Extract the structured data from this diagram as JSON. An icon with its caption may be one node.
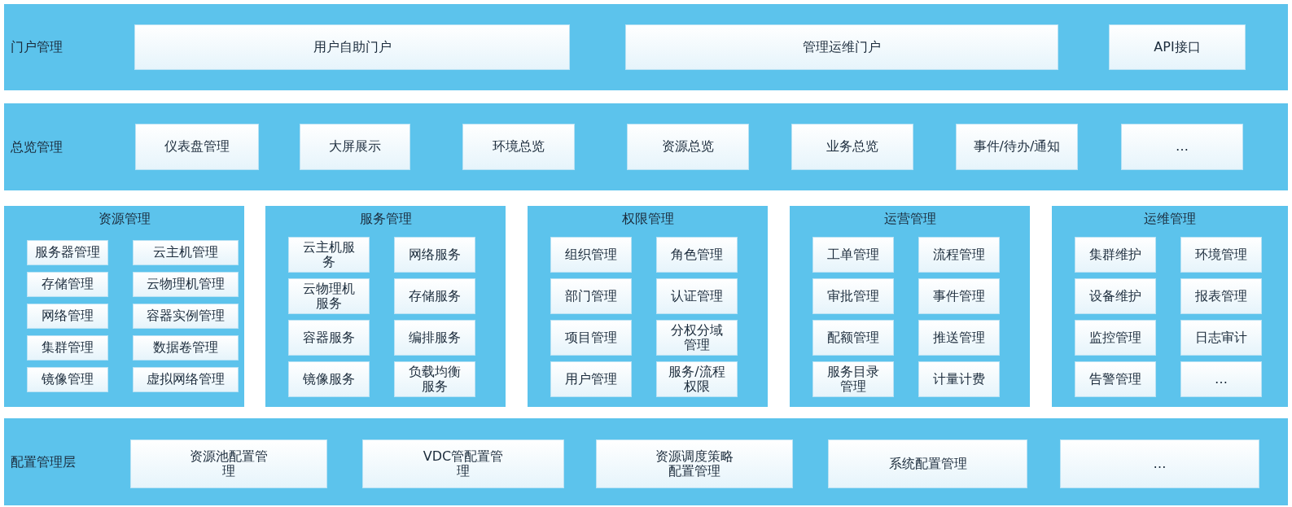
{
  "diagram": {
    "nodes": [
      {
        "text": [
          "门户管理"
        ]
      },
      {
        "text": [
          "用户自助门户"
        ],
        "in": 0
      },
      {
        "text": [
          "管理运维门户"
        ],
        "in": 0
      },
      {
        "text": [
          "API接口"
        ],
        "in": 0
      },
      {
        "text": [
          "总览管理"
        ]
      },
      {
        "text": [
          "仪表盘管理"
        ],
        "in": 4
      },
      {
        "text": [
          "大屏展示"
        ],
        "in": 4
      },
      {
        "text": [
          "环境总览"
        ],
        "in": 4
      },
      {
        "text": [
          "资源总览"
        ],
        "in": 4
      },
      {
        "text": [
          "业务总览"
        ],
        "in": 4
      },
      {
        "text": [
          "事件/待办/通知"
        ],
        "in": 4
      },
      {
        "text": [
          "…"
        ],
        "in": 4
      },
      {
        "text": [
          "资源管理"
        ]
      },
      {
        "text": [
          "服务器管理"
        ],
        "in": 12
      },
      {
        "text": [
          "云主机管理"
        ],
        "in": 12
      },
      {
        "text": [
          "存储管理"
        ],
        "in": 12
      },
      {
        "text": [
          "云物理机管理"
        ],
        "in": 12
      },
      {
        "text": [
          "网络管理"
        ],
        "in": 12
      },
      {
        "text": [
          "容器实例管理"
        ],
        "in": 12
      },
      {
        "text": [
          "集群管理"
        ],
        "in": 12
      },
      {
        "text": [
          "数据卷管理"
        ],
        "in": 12
      },
      {
        "text": [
          "镜像管理"
        ],
        "in": 12
      },
      {
        "text": [
          "虚拟网络管理"
        ],
        "in": 12
      },
      {
        "text": [
          "服务管理"
        ]
      },
      {
        "text": [
          "云主机服务"
        ],
        "in": 23
      },
      {
        "text": [
          "网络服务"
        ],
        "in": 23
      },
      {
        "text": [
          "云物理机服务"
        ],
        "in": 23
      },
      {
        "text": [
          "存储服务"
        ],
        "in": 23
      },
      {
        "text": [
          "容器服务"
        ],
        "in": 23
      },
      {
        "text": [
          "编排服务"
        ],
        "in": 23
      },
      {
        "text": [
          "镜像服务"
        ],
        "in": 23
      },
      {
        "text": [
          "负载均衡服务"
        ],
        "in": 23
      },
      {
        "text": [
          "权限管理"
        ]
      },
      {
        "text": [
          "组织管理"
        ],
        "in": 32
      },
      {
        "text": [
          "角色管理"
        ],
        "in": 32
      },
      {
        "text": [
          "部门管理"
        ],
        "in": 32
      },
      {
        "text": [
          "认证管理"
        ],
        "in": 32
      },
      {
        "text": [
          "项目管理"
        ],
        "in": 32
      },
      {
        "text": [
          "分权分域管理"
        ],
        "in": 32
      },
      {
        "text": [
          "用户管理"
        ],
        "in": 32
      },
      {
        "text": [
          "服务/流程权限"
        ],
        "in": 32
      },
      {
        "text": [
          "运营管理"
        ]
      },
      {
        "text": [
          "工单管理"
        ],
        "in": 41
      },
      {
        "text": [
          "流程管理"
        ],
        "in": 41
      },
      {
        "text": [
          "审批管理"
        ],
        "in": 41
      },
      {
        "text": [
          "事件管理"
        ],
        "in": 41
      },
      {
        "text": [
          "配额管理"
        ],
        "in": 41
      },
      {
        "text": [
          "推送管理"
        ],
        "in": 41
      },
      {
        "text": [
          "服务目录管理"
        ],
        "in": 41
      },
      {
        "text": [
          "计量计费"
        ],
        "in": 41
      },
      {
        "text": [
          "运维管理"
        ]
      },
      {
        "text": [
          "集群维护"
        ],
        "in": 50
      },
      {
        "text": [
          "环境管理"
        ],
        "in": 50
      },
      {
        "text": [
          "设备维护"
        ],
        "in": 50
      },
      {
        "text": [
          "报表管理"
        ],
        "in": 50
      },
      {
        "text": [
          "监控管理"
        ],
        "in": 50
      },
      {
        "text": [
          "日志审计"
        ],
        "in": 50
      },
      {
        "text": [
          "告警管理"
        ],
        "in": 50
      },
      {
        "text": [
          "…"
        ],
        "in": 50
      },
      {
        "text": [
          "配置管理层"
        ]
      },
      {
        "text": [
          "资源池配置管理"
        ],
        "in": 59
      },
      {
        "text": [
          "VDC管配置管理"
        ],
        "in": 59
      },
      {
        "text": [
          "资源调度策略配置管理"
        ],
        "in": 59
      },
      {
        "text": [
          "系统配置管理"
        ],
        "in": 59
      },
      {
        "text": [
          "…"
        ],
        "in": 59
      }
    ]
  }
}
